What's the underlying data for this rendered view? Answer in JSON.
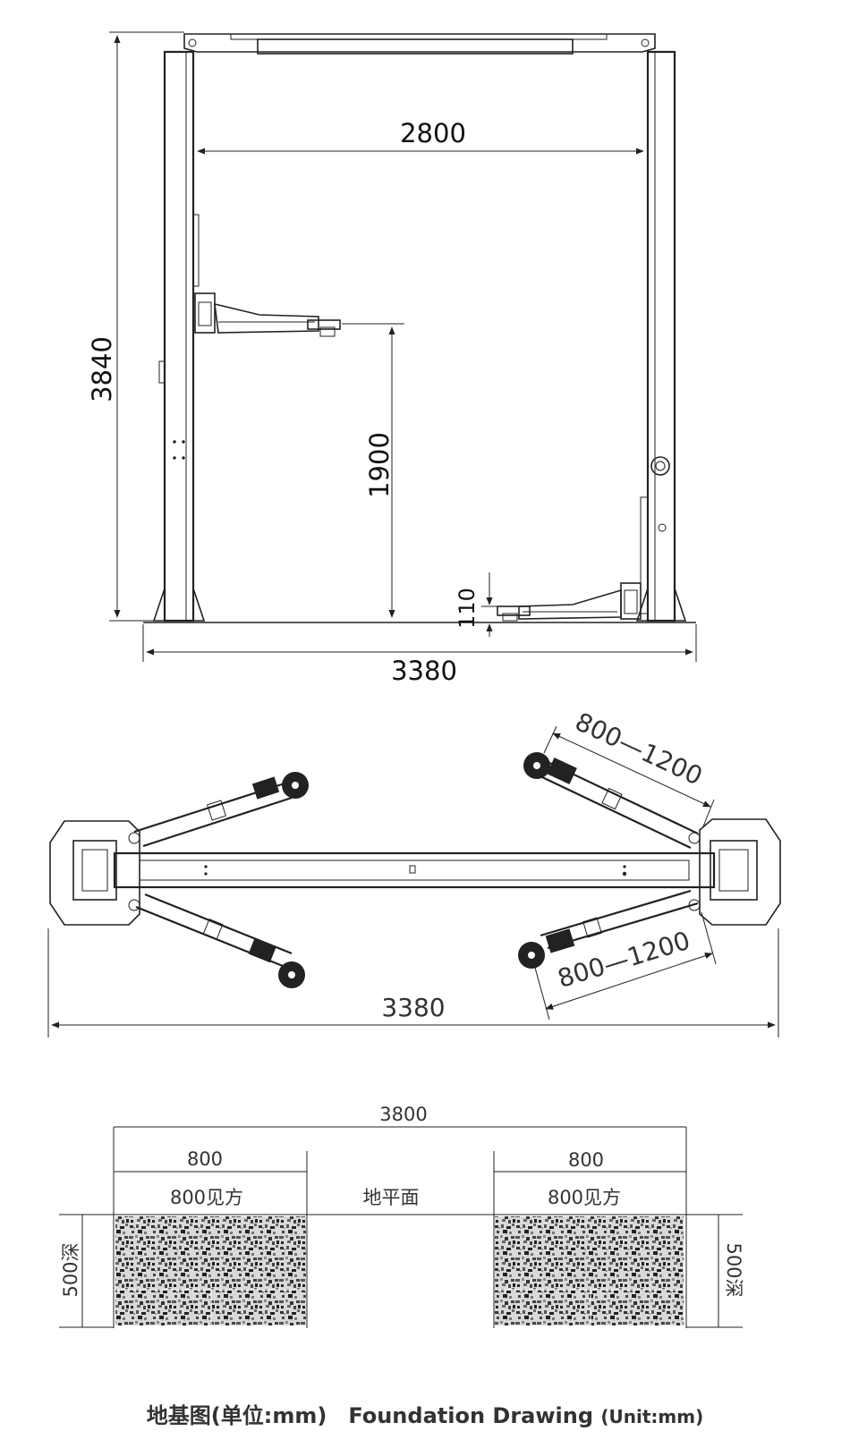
{
  "side_view": {
    "overall_height": "3840",
    "inner_width": "2800",
    "lift_height": "1900",
    "min_height": "110",
    "overall_width": "3380"
  },
  "top_view": {
    "arm_range_top": "800—1200",
    "arm_range_bottom": "800—1200",
    "overall_width": "3380"
  },
  "foundation": {
    "total_width": "3800",
    "pad_width_left": "800",
    "pad_width_right": "800",
    "pad_square_left": "800见方",
    "pad_square_right": "800见方",
    "ground_label": "地平面",
    "depth_left": "500深",
    "depth_right": "500深"
  },
  "caption": {
    "zh": "地基图(单位:mm)",
    "en": "Foundation Drawing",
    "unit": "(Unit:mm)"
  }
}
